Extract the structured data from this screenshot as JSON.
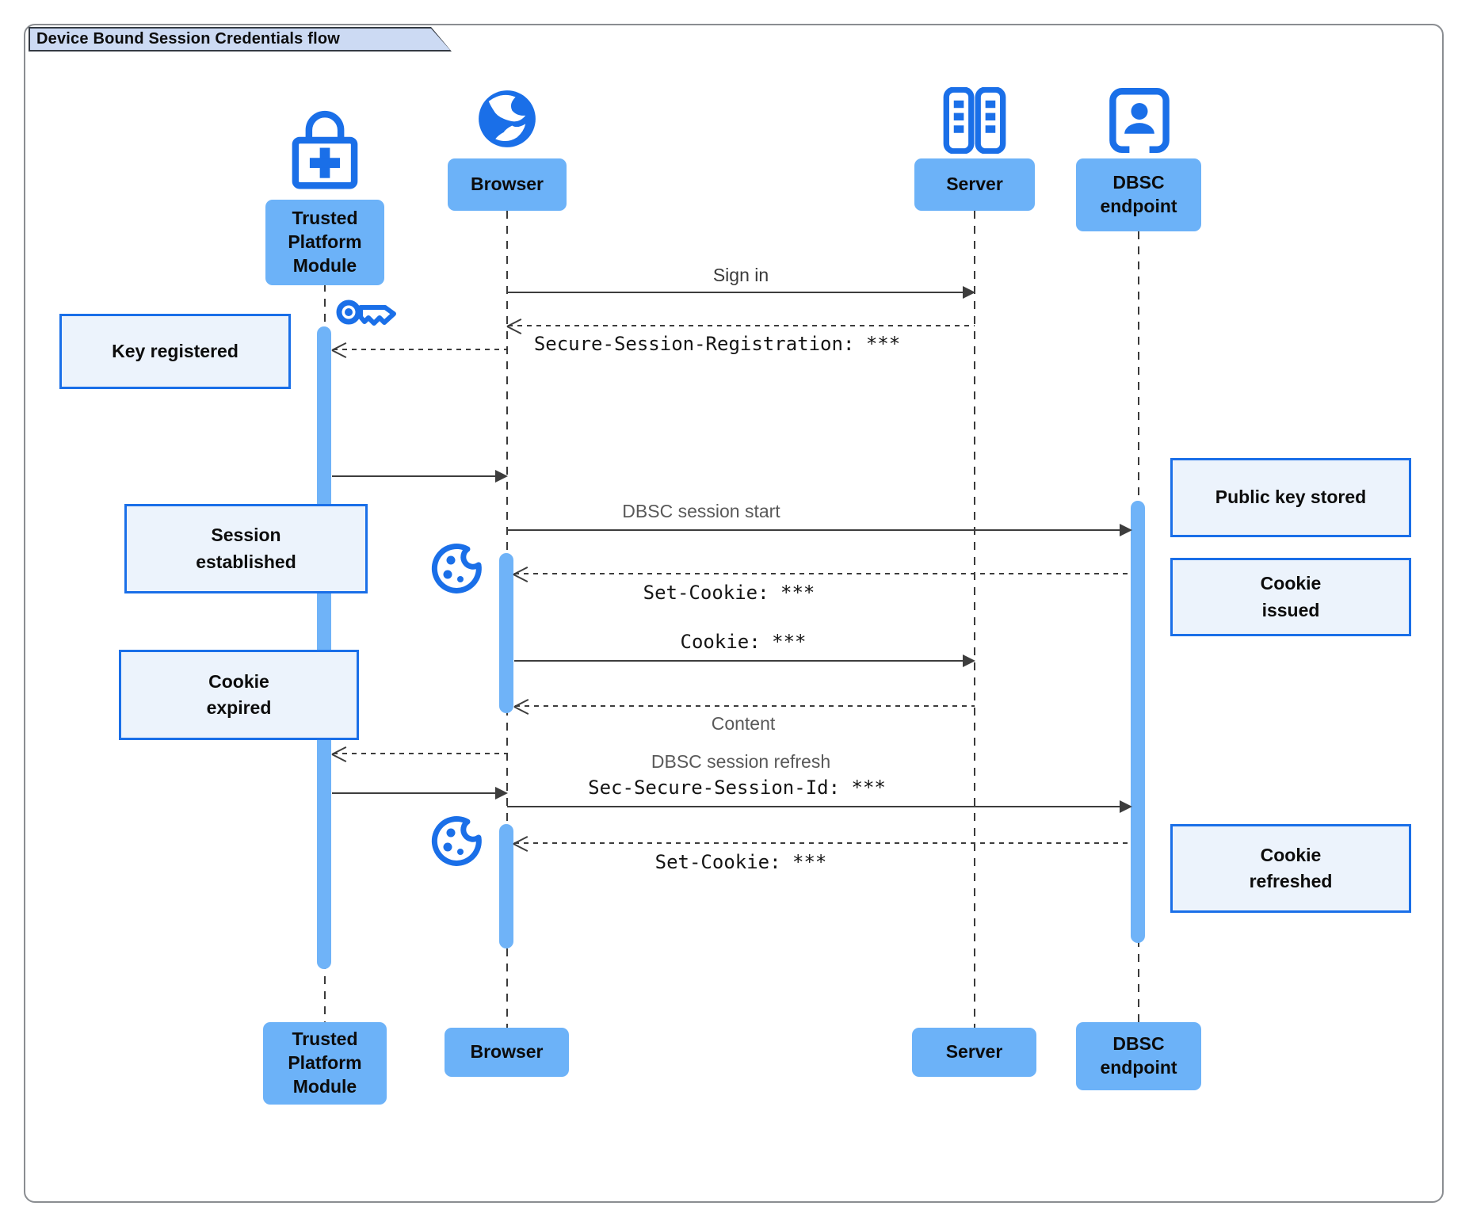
{
  "title": "Device Bound Session Credentials flow",
  "actors": {
    "tpm": {
      "label": "Trusted\nPlatform\nModule",
      "icon": "lock-plus-icon"
    },
    "browser": {
      "label": "Browser",
      "icon": "globe-icon"
    },
    "server": {
      "label": "Server",
      "icon": "server-rack-icon"
    },
    "dbsc": {
      "label": "DBSC\nendpoint",
      "icon": "endpoint-badge-icon"
    }
  },
  "messages": {
    "sign_in": "Sign in",
    "secure_session_registration": "Secure-Session-Registration: ***",
    "dbsc_session_start": "DBSC session start",
    "set_cookie_1": "Set-Cookie: ***",
    "cookie": "Cookie: ***",
    "content": "Content",
    "dbsc_session_refresh": "DBSC session refresh",
    "sec_secure_session_id": "Sec-Secure-Session-Id: ***",
    "set_cookie_2": "Set-Cookie: ***"
  },
  "notes": {
    "key_registered": "Key registered",
    "session_established": "Session\nestablished",
    "cookie_expired": "Cookie\nexpired",
    "public_key_stored": "Public key stored",
    "cookie_issued": "Cookie\nissued",
    "cookie_refreshed": "Cookie\nrefreshed"
  },
  "colors": {
    "accent_blue": "#1a6fe8",
    "bar_blue": "#6fb3f8",
    "label_blue": "#6cb2f8",
    "note_fill": "#ecf3fc",
    "note_border": "#1a6fe8",
    "title_fill": "#ccdaf3",
    "line_gray": "#3d3d3d"
  }
}
